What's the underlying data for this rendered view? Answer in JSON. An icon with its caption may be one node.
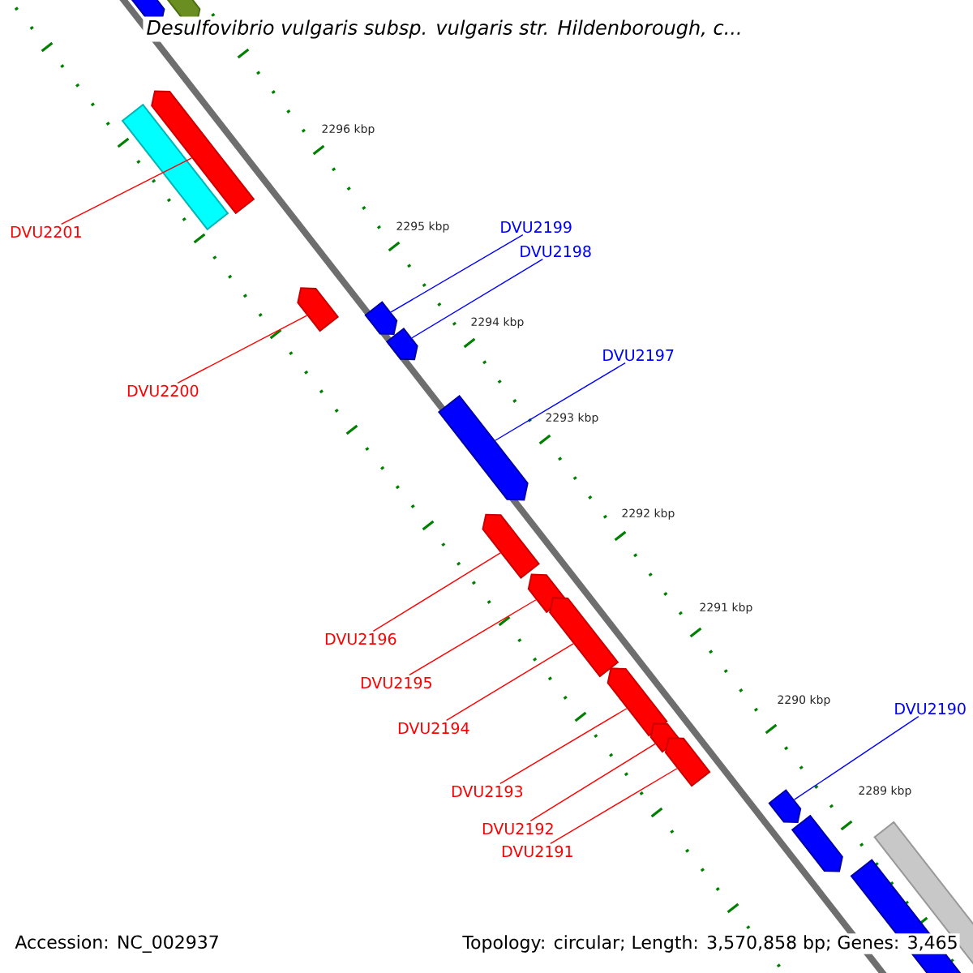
{
  "diagram": {
    "title": "Desulfovibrio vulgaris subsp. vulgaris str. Hildenborough, c...",
    "nodes": [
      {
        "text": [],
        "shape": "box"
      },
      {
        "text": [],
        "shape": "box"
      },
      {
        "text": [],
        "shape": "box"
      },
      {
        "text": [],
        "shape": "bar"
      },
      {
        "text": [],
        "shape": "box"
      },
      {
        "text": [],
        "shape": "box"
      },
      {
        "text": [],
        "shape": "box"
      },
      {
        "text": [],
        "shape": "box"
      },
      {
        "text": [],
        "shape": "box"
      },
      {
        "text": [],
        "shape": "box"
      },
      {
        "text": [],
        "shape": "box"
      },
      {
        "text": [],
        "shape": "box"
      },
      {
        "text": [],
        "shape": "box"
      },
      {
        "text": [],
        "shape": "box"
      },
      {
        "text": [],
        "shape": "box"
      },
      {
        "text": [],
        "shape": "box"
      },
      {
        "text": [],
        "shape": "box"
      },
      {
        "text": [],
        "shape": "bar"
      },
      {
        "text": [
          "DVU2201"
        ]
      },
      {
        "text": [
          "DVU2200"
        ]
      },
      {
        "text": [
          "DVU2199"
        ]
      },
      {
        "text": [
          "DVU2198"
        ]
      },
      {
        "text": [
          "DVU2197"
        ]
      },
      {
        "text": [
          "DVU2196"
        ]
      },
      {
        "text": [
          "DVU2195"
        ]
      },
      {
        "text": [
          "DVU2194"
        ]
      },
      {
        "text": [
          "DVU2193"
        ]
      },
      {
        "text": [
          "DVU2192"
        ]
      },
      {
        "text": [
          "DVU2191"
        ]
      },
      {
        "text": [
          "DVU2190"
        ]
      }
    ],
    "edges": [
      {
        "from": 18,
        "to": 2,
        "arrow": "none"
      },
      {
        "from": 19,
        "to": 4,
        "arrow": "none"
      },
      {
        "from": 20,
        "to": 5,
        "arrow": "none",
        "color": "#0000ff"
      },
      {
        "from": 21,
        "to": 6,
        "arrow": "none",
        "color": "#0000ff"
      },
      {
        "from": 22,
        "to": 7,
        "arrow": "none",
        "color": "#0000ff"
      },
      {
        "from": 23,
        "to": 8,
        "arrow": "none"
      },
      {
        "from": 24,
        "to": 9,
        "arrow": "none"
      },
      {
        "from": 25,
        "to": 10,
        "arrow": "none"
      },
      {
        "from": 26,
        "to": 11,
        "arrow": "none"
      },
      {
        "from": 27,
        "to": 12,
        "arrow": "none"
      },
      {
        "from": 28,
        "to": 13,
        "arrow": "none"
      },
      {
        "from": 29,
        "to": 14,
        "arrow": "none",
        "color": "#0000ff"
      }
    ],
    "labels": [
      "2296 kbp",
      "2295 kbp",
      "2294 kbp",
      "2293 kbp",
      "2292 kbp",
      "2291 kbp",
      "2290 kbp",
      "2289 kbp",
      "Accession: NC_002937",
      "Topology: circular; Length: 3,570,858 bp; Genes: 3,465"
    ]
  }
}
